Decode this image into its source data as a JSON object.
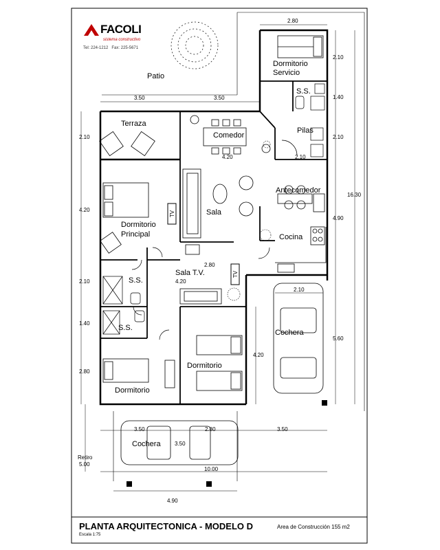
{
  "brand": {
    "name": "FACOLI",
    "subtitle": "sistema constructivo",
    "phone": "Tel: 224-1212",
    "fax": "Fax: 225-5671",
    "logo_color": "#c00000"
  },
  "rooms": {
    "patio": "Patio",
    "dormitorio_servicio_1": "Dormitorio",
    "dormitorio_servicio_2": "Servicio",
    "ss_servicio": "S.S.",
    "terraza": "Terraza",
    "comedor": "Comedor",
    "pilas": "Pilas",
    "antecomedor": "Antecomedor",
    "sala": "Sala",
    "cocina": "Cocina",
    "dormitorio_principal_1": "Dormitorio",
    "dormitorio_principal_2": "Principal",
    "ss_1": "S.S.",
    "ss_2": "S.S.",
    "sala_tv": "Sala T.V.",
    "dormitorio_1": "Dormitorio",
    "dormitorio_2": "Dormitorio",
    "cochera_1": "Cochera",
    "cochera_2": "Cochera",
    "tv_1": "TV",
    "tv_2": "TV",
    "retiro": "Retiro"
  },
  "dimensions": {
    "d_280_top": "2.80",
    "d_210_a": "2.10",
    "d_140_a": "1.40",
    "d_210_b": "2.10",
    "d_1630": "16.30",
    "d_490_right": "4.90",
    "d_560": "5.60",
    "d_350_a": "3.50",
    "d_350_b": "3.50",
    "d_210_left_a": "2.10",
    "d_420_left": "4.20",
    "d_210_left_b": "2.10",
    "d_140_left": "1.40",
    "d_280_left": "2.80",
    "d_420_comedor": "4.20",
    "d_210_pilas": "2.10",
    "d_280_sala": "2.80",
    "d_420_sala": "4.20",
    "d_210_cochera": "2.10",
    "d_420_dorm": "4.20",
    "d_350_bot_a": "3.50",
    "d_280_bot": "2.80",
    "d_350_bot_b": "3.50",
    "d_350_cochera": "3.50",
    "d_500": "5.00",
    "d_1000": "10.00",
    "d_490_bot": "4.90"
  },
  "footer": {
    "title": "PLANTA ARQUITECTONICA - MODELO D",
    "area": "Area de Construcción  155 m2",
    "scale": "Escala 1:75"
  }
}
